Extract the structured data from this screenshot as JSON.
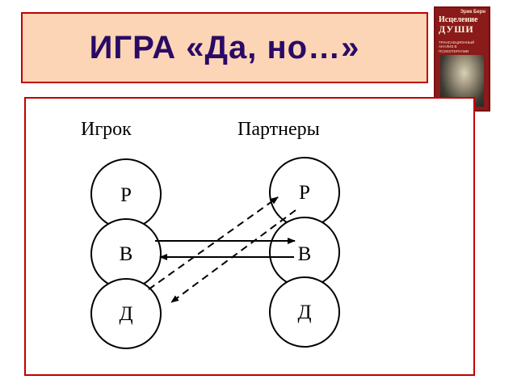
{
  "title": "ИГРА «Да, но…»",
  "book": {
    "author": "Эрик Берн",
    "title_line1": "Исцеление",
    "title_line2": "ДУШИ",
    "subtitle": "ТРАНСАКЦИОННЫЙ АНАЛИЗ В ПСИХОТЕРАПИИ"
  },
  "diagram": {
    "player_label": "Игрок",
    "partners_label": "Партнеры",
    "player_states": [
      "Р",
      "В",
      "Д"
    ],
    "partner_states": [
      "Р",
      "В",
      "Д"
    ]
  },
  "colors": {
    "title_bg": "#fbd5b5",
    "title_text": "#2a0a66",
    "frame": "#c00000"
  }
}
